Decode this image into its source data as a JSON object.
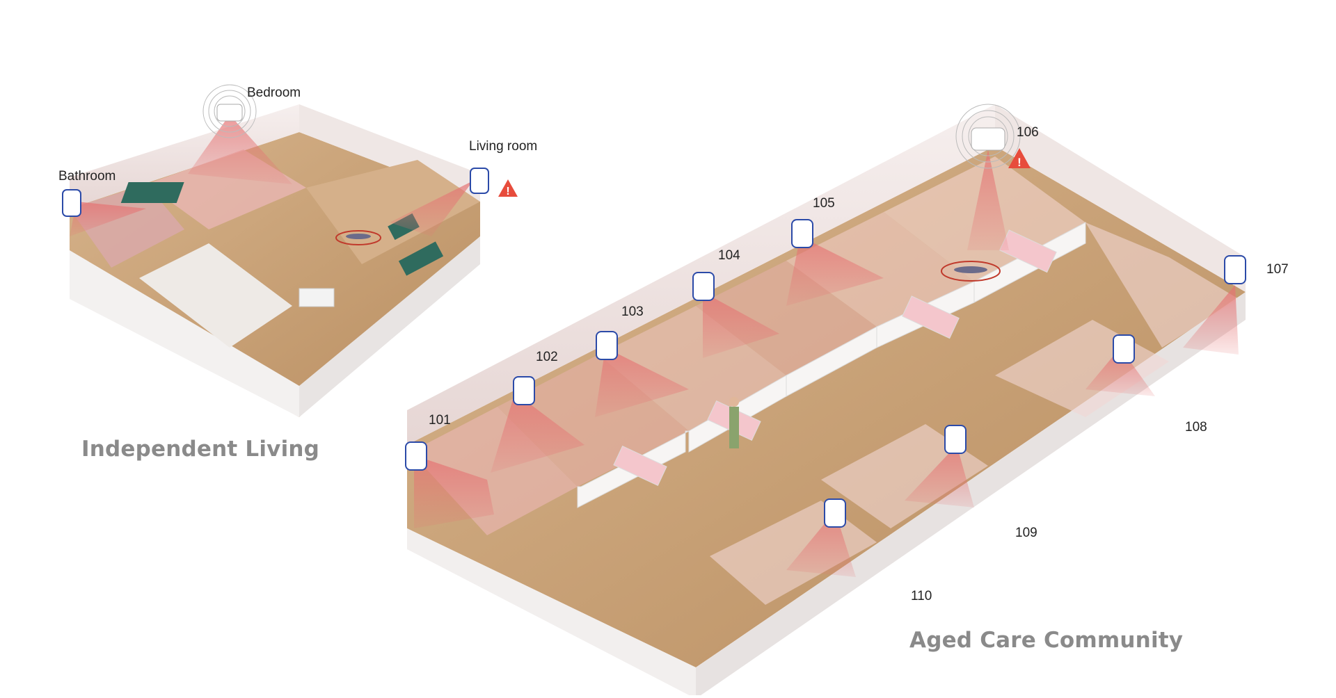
{
  "independent_living": {
    "caption": "Independent Living",
    "rooms": {
      "bedroom": "Bedroom",
      "bathroom": "Bathroom",
      "living_room": "Living room"
    },
    "alert_icon": "warning-triangle-icon"
  },
  "aged_care": {
    "caption": "Aged Care Community",
    "rooms": [
      "101",
      "102",
      "103",
      "104",
      "105",
      "106",
      "107",
      "108",
      "109",
      "110"
    ],
    "alert_icon": "warning-triangle-icon"
  },
  "colors": {
    "sensor_beam": "#e57373",
    "alert": "#e74c3c",
    "caption": "#8a8a8a",
    "floor": "#c9a57a",
    "wall": "#f1e6e4"
  }
}
